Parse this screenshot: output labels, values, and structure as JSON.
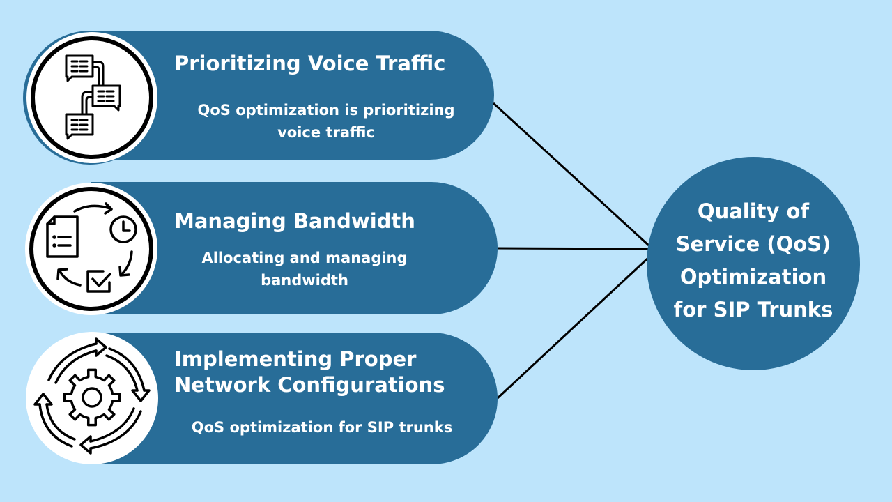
{
  "colors": {
    "background": "#BDE4FB",
    "primary": "#286D98",
    "icon_bg": "#FFFFFF",
    "stroke": "#000000",
    "text": "#FFFFFF"
  },
  "hub": {
    "lines": [
      "Quality of",
      "Service (QoS)",
      "Optimization",
      "for SIP Trunks"
    ],
    "icon": null
  },
  "items": [
    {
      "title_lines": [
        "Prioritizing Voice Traffic"
      ],
      "subtitle_lines": [
        "QoS optimization is prioritizing",
        "voice traffic"
      ],
      "icon": "chat-flow-icon"
    },
    {
      "title_lines": [
        "Managing Bandwidth"
      ],
      "subtitle_lines": [
        "Allocating and managing",
        "bandwidth"
      ],
      "icon": "workflow-cycle-icon"
    },
    {
      "title_lines": [
        "Implementing Proper",
        "Network Configurations"
      ],
      "subtitle_lines": [
        "QoS optimization for SIP trunks"
      ],
      "icon": "gear-cycle-icon"
    }
  ]
}
